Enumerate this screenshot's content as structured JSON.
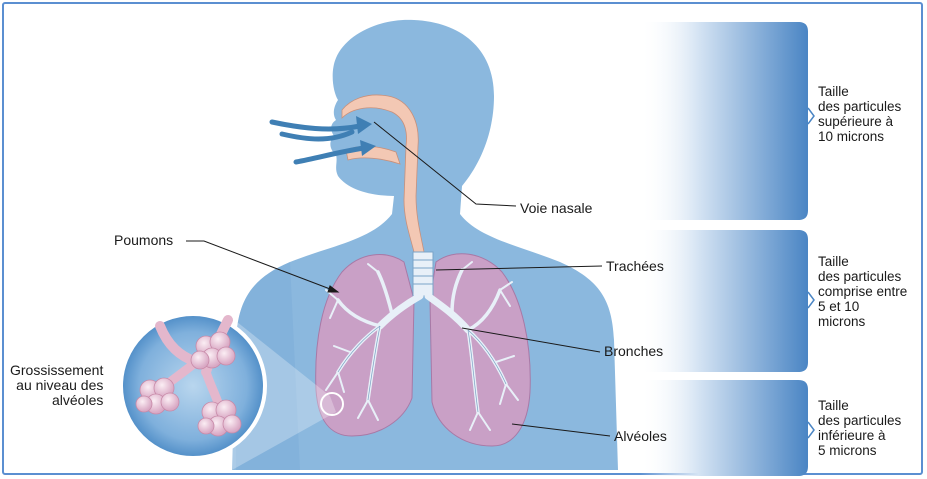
{
  "labels": {
    "voie_nasale": "Voie nasale",
    "poumons": "Poumons",
    "trachees": "Trachées",
    "bronches": "Bronches",
    "alveoles": "Alvéoles",
    "grossissement": "Grossissement\nau niveau des\nalvéoles"
  },
  "size_bands": [
    {
      "text": "Taille\ndes particules\nsupérieure à\n10 microns"
    },
    {
      "text": "Taille\ndes particules\ncomprise entre\n5 et 10\nmicrons"
    },
    {
      "text": "Taille\ndes particules\ninférieure à\n5 microns"
    }
  ],
  "colors": {
    "body": "#8bb8de",
    "body_dark": "#6fa2cf",
    "airway": "#f3c8b4",
    "lung": "#c9a0c6",
    "bronchi": "#e8f0f8",
    "band": "#4a85c4",
    "frame": "#5b8fd1"
  }
}
